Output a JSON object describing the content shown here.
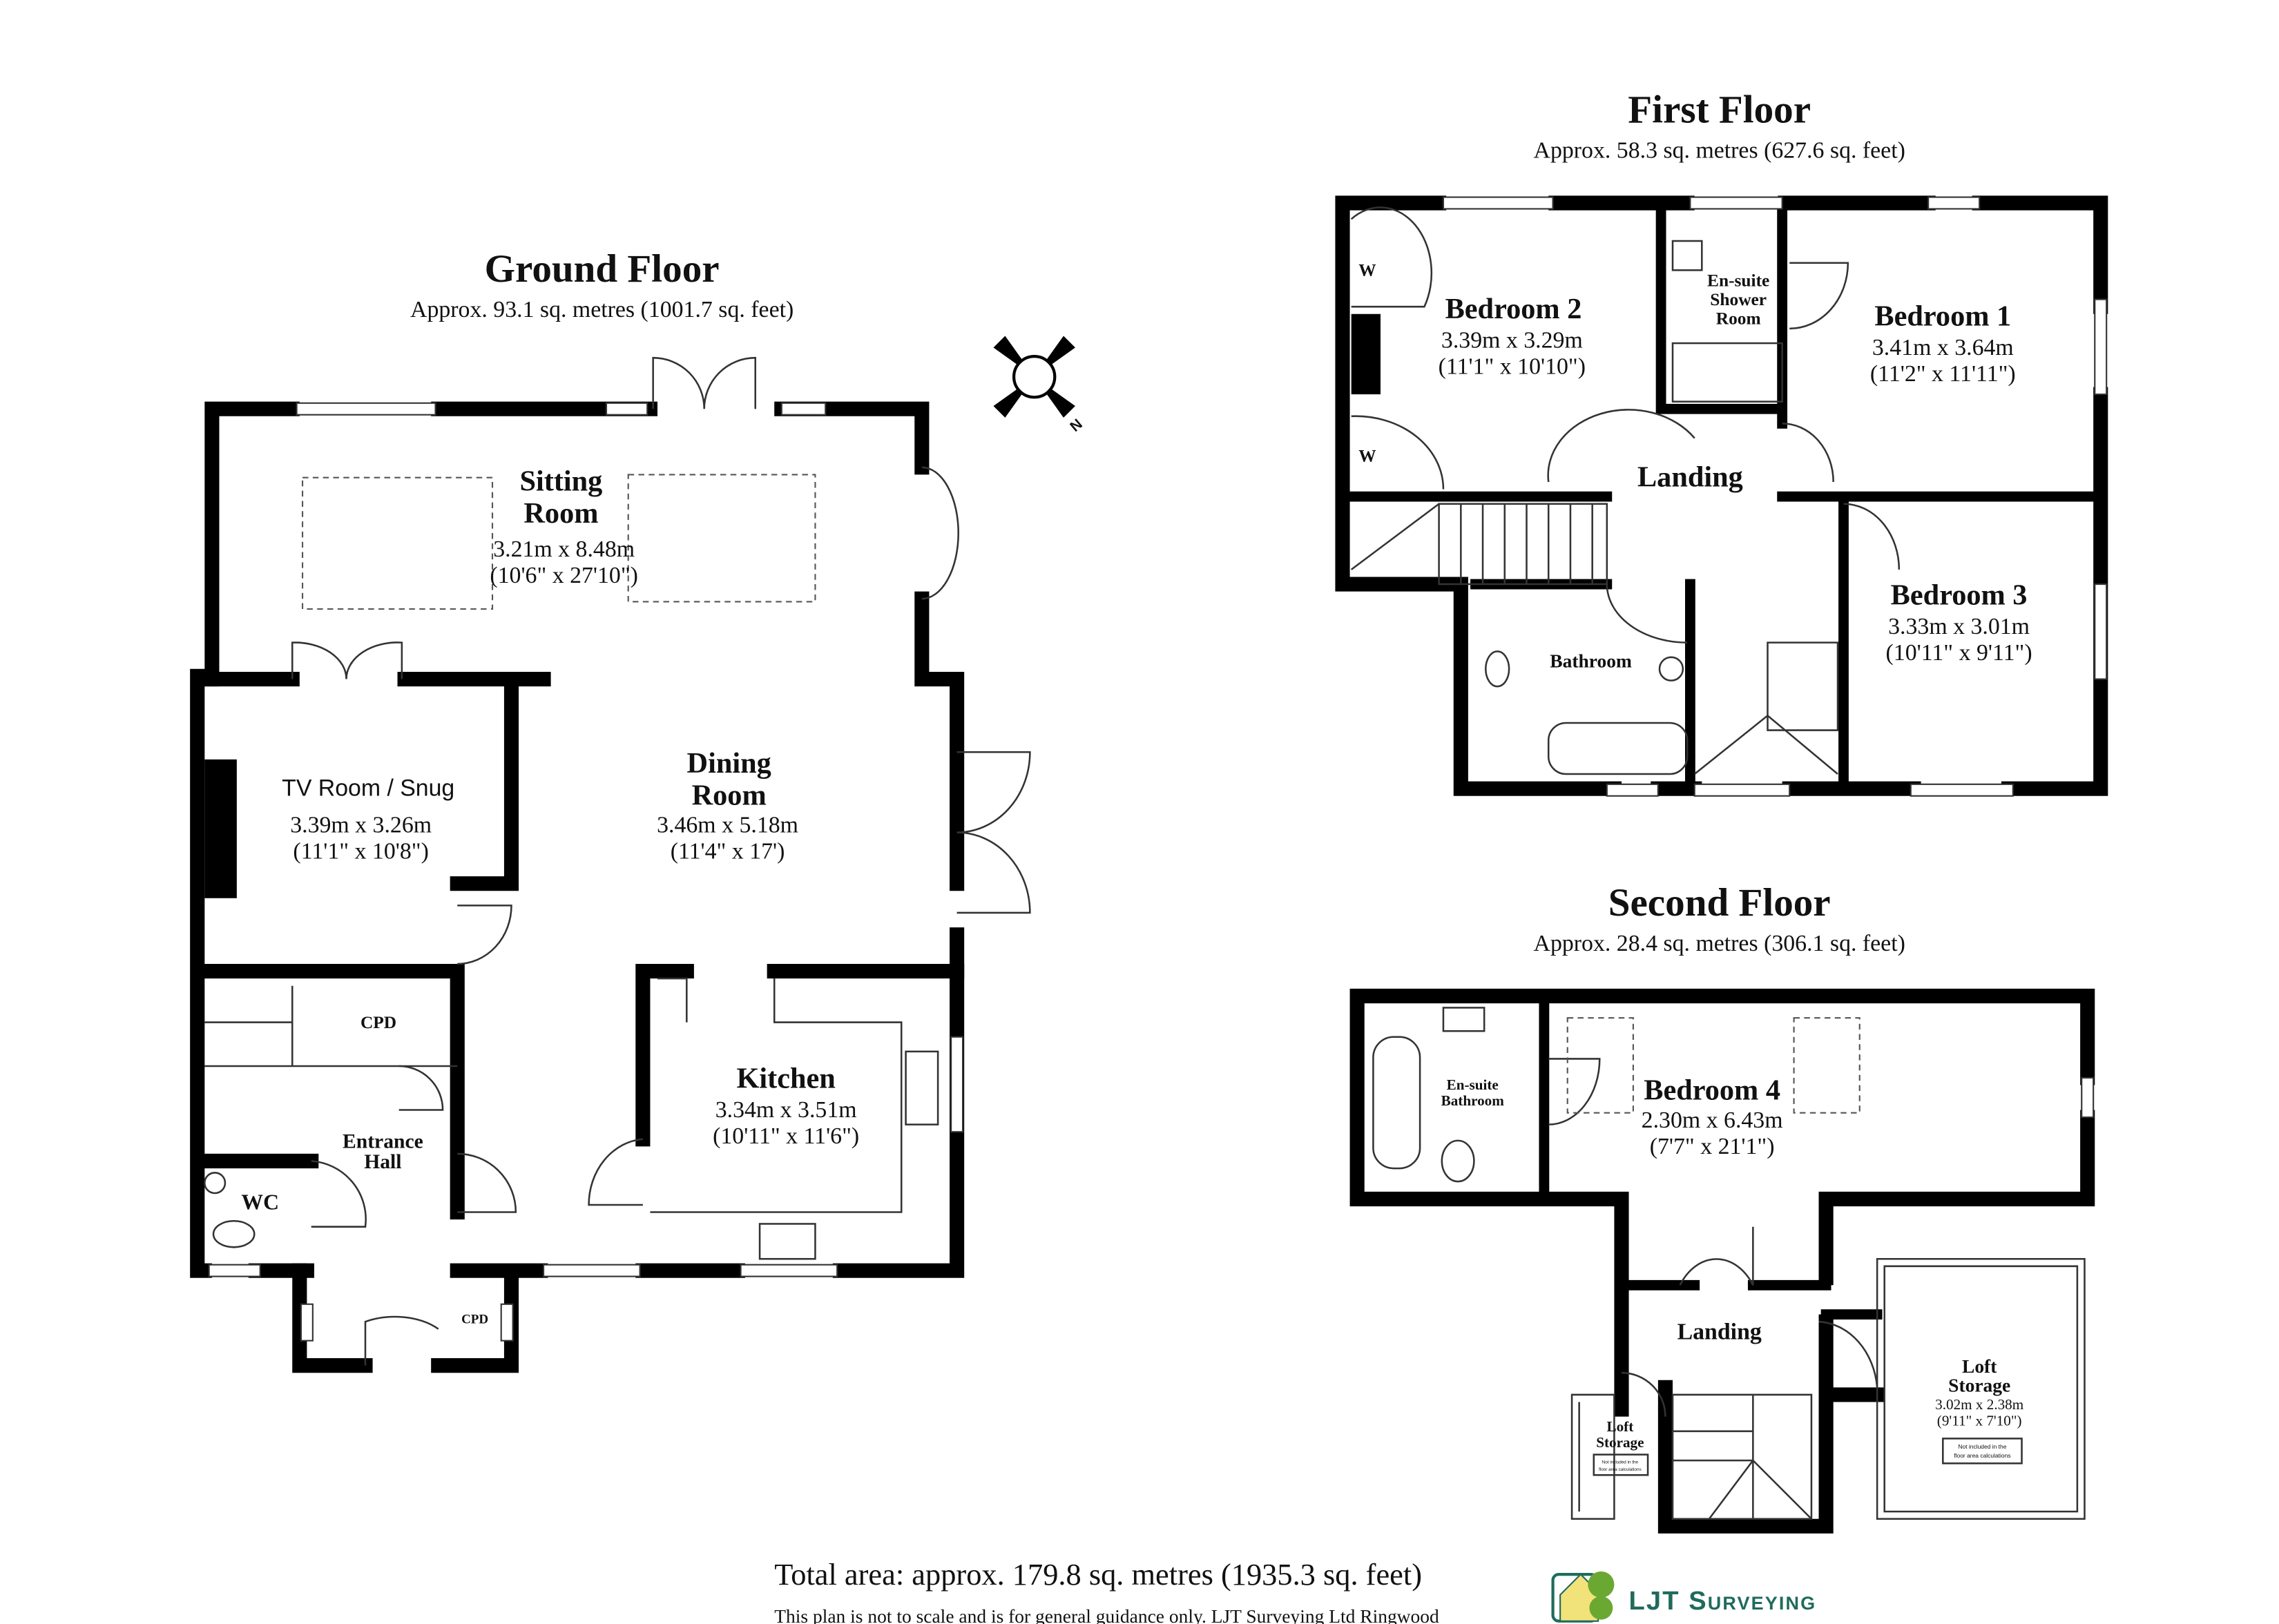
{
  "ground_floor": {
    "title": "Ground Floor",
    "area": "Approx. 93.1 sq. metres (1001.7 sq. feet)",
    "rooms": {
      "sitting": {
        "name1": "Sitting",
        "name2": "Room",
        "metric": "3.21m x 8.48m",
        "imperial": "(10'6\" x 27'10\")"
      },
      "dining": {
        "name1": "Dining",
        "name2": "Room",
        "metric": "3.46m x 5.18m",
        "imperial": "(11'4\" x 17')"
      },
      "tv": {
        "name": "TV Room / Snug",
        "metric": "3.39m x 3.26m",
        "imperial": "(11'1\" x 10'8\")"
      },
      "kitchen": {
        "name": "Kitchen",
        "metric": "3.34m x 3.51m",
        "imperial": "(10'11\" x 11'6\")"
      },
      "hall": {
        "name1": "Entrance",
        "name2": "Hall"
      },
      "wc": {
        "name": "WC"
      },
      "cpd1": {
        "name": "CPD"
      },
      "cpd2": {
        "name": "CPD"
      }
    }
  },
  "first_floor": {
    "title": "First Floor",
    "area": "Approx. 58.3 sq. metres (627.6 sq. feet)",
    "rooms": {
      "bed2": {
        "name": "Bedroom 2",
        "metric": "3.39m x 3.29m",
        "imperial": "(11'1\" x 10'10\")"
      },
      "bed1": {
        "name": "Bedroom 1",
        "metric": "3.41m x 3.64m",
        "imperial": "(11'2\" x 11'11\")"
      },
      "bed3": {
        "name": "Bedroom 3",
        "metric": "3.33m x 3.01m",
        "imperial": "(10'11\" x 9'11\")"
      },
      "ensuite": {
        "name1": "En-suite",
        "name2": "Shower",
        "name3": "Room"
      },
      "landing": {
        "name": "Landing"
      },
      "bathroom": {
        "name": "Bathroom"
      },
      "w1": {
        "name": "W"
      },
      "w2": {
        "name": "W"
      }
    }
  },
  "second_floor": {
    "title": "Second Floor",
    "area": "Approx. 28.4 sq. metres (306.1 sq. feet)",
    "rooms": {
      "bed4": {
        "name": "Bedroom 4",
        "metric": "2.30m x 6.43m",
        "imperial": "(7'7\" x 21'1\")"
      },
      "ensuite": {
        "name1": "En-suite",
        "name2": "Bathroom"
      },
      "landing": {
        "name": "Landing"
      },
      "loft_small": {
        "name1": "Loft",
        "name2": "Storage",
        "note1": "Not included in the",
        "note2": "floor area calculations"
      },
      "loft_large": {
        "name1": "Loft",
        "name2": "Storage",
        "metric": "3.02m x 2.38m",
        "imperial": "(9'11\" x 7'10\")",
        "note1": "Not included in the",
        "note2": "floor area calculations"
      }
    }
  },
  "compass": {
    "label": "N"
  },
  "footer": {
    "total": "Total area: approx. 179.8 sq. metres (1935.3 sq. feet)",
    "disclaimer": "This plan is not to scale and is for general guidance only. LJT Surveying Ltd Ringwood",
    "logo_text": "LJT Surveying"
  },
  "colors": {
    "wall": "#000000",
    "logo_text": "#1f6b5c",
    "logo_tree": "#6aa832",
    "logo_house": "#f2e27a"
  }
}
